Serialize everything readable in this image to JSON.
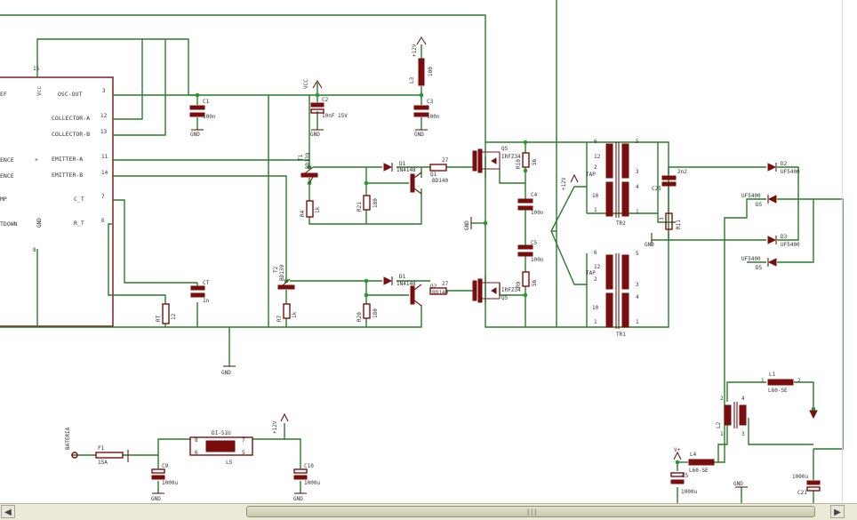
{
  "schematic": {
    "ic_pins_left": [
      "EF",
      "ENCE",
      "ENCE",
      "MP",
      "TDOWN"
    ],
    "ic_pin_vcc": "Vcc",
    "ic_pin_gnd": "GND",
    "ic_pins_right": [
      "OSC-OUT",
      "COLLECTOR-A",
      "COLLECTOR-B",
      "EMITTER-A",
      "EMITTER-B",
      "C_T",
      "R_T"
    ],
    "ic_pin_numbers": [
      "15",
      "3",
      "12",
      "13",
      "11",
      "14",
      "7",
      "6",
      "8"
    ],
    "labels": {
      "vcc": "VCC",
      "c1": "C1",
      "c1v": "100n",
      "c2": "C2",
      "c2v": "10nF 15V",
      "c3": "C3",
      "c3v": "100n",
      "l3": "L3",
      "l3v": "100",
      "v12_top": "+12V",
      "gnd": "GND",
      "t1": "T1",
      "t1v": "BD139",
      "t2": "T2",
      "t2v": "BD139",
      "d1a": "D1",
      "d1av": "1N4148",
      "d1b": "D1",
      "d1bv": "1N4148",
      "r27a": "27",
      "r27b": "27",
      "q1": "BD140",
      "q2": "BD140",
      "q1n": "Q1",
      "q2n": "Q2",
      "r21": "R21",
      "r21v": "180",
      "r20": "R20",
      "r20v": "180",
      "r4": "R4",
      "r4v": "1k",
      "r7": "R7",
      "r7v": "1k",
      "rt": "RT",
      "rtv": "12",
      "ct": "CT",
      "ctv": "1n",
      "q5a": "Q5",
      "q5av": "IRFZ34",
      "q5b": "Q5",
      "q5bv": "IRFZ34",
      "r10": "R10",
      "r10v": "56",
      "r9": "R9",
      "r9v": "56",
      "c4": "C4",
      "c4v": "100n",
      "c5": "C5",
      "c5v": "100n",
      "v12_mid": "+12V",
      "tap": "TAP",
      "tr2": "TR2",
      "tr1": "TR1",
      "c25": "C25",
      "c25v": "2n2",
      "r11": "R11",
      "r11v": "3",
      "d2": "D2",
      "d2v": "UF5400",
      "d5a": "D5",
      "d5av": "UF5400",
      "d3": "D3",
      "d3v": "UF5400",
      "d5b": "D5",
      "d5bv": "UF5400",
      "l1": "L1",
      "l1v": "L60-SE",
      "l2": "L2",
      "l4": "L4",
      "l4v": "L60-SE",
      "vplus": "V+",
      "c5r": "C5",
      "c5rv": "1000u",
      "c21": "C21",
      "c21v": "1000u",
      "bateria": "BATERIA",
      "f1": "F1",
      "f1v": "15A",
      "di": "DI-51U",
      "l5": "L5",
      "c9": "C9",
      "c9v": "1000u",
      "c10": "C10",
      "c10v": "1000u",
      "v12_bot": "+12V"
    }
  },
  "scrollbar": {
    "left_arrow": "◀",
    "right_arrow": "▶",
    "grip": "|||"
  }
}
